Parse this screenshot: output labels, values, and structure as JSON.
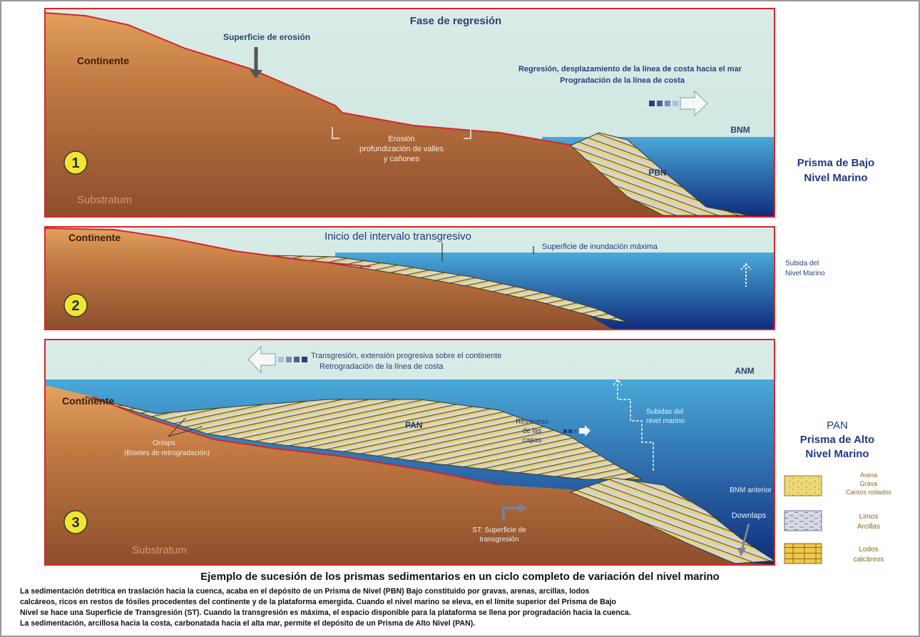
{
  "panel1": {
    "number": "1",
    "title": "Fase de regresión",
    "continente": "Continente",
    "erosion_surface": "Superficie de erosión",
    "regresion_line1": "Regresión, desplazamiento de la línea de costa hacia el mar",
    "regresion_line2": "Progradación de la línea de costa",
    "erosion_line1": "Erosión",
    "erosion_line2": "profundización de valles",
    "erosion_line3": "y cañones",
    "bnm": "BNM",
    "pbn": "PBN",
    "substratum": "Substratum"
  },
  "side1": {
    "line1": "Prisma de Bajo",
    "line2": "Nivel Marino"
  },
  "panel2": {
    "number": "2",
    "continente": "Continente",
    "inicio": "Inicio del intervalo transgresivo",
    "inundacion": "Superficie de inundación máxima",
    "subida1": "Subida del",
    "subida2": "Nivel Marino"
  },
  "panel3": {
    "number": "3",
    "trans_line1": "Transgresión, extensión progresiva sobre el continente",
    "trans_line2": "Retrogradación de la línea de costa",
    "anm": "ANM",
    "continente": "Continente",
    "subidas1": "Subidas del",
    "subidas2": "nivel marino",
    "retroceso1": "Retroceso",
    "retroceso2": "de las",
    "retroceso3": "capas",
    "pan": "PAN",
    "onlaps1": "Onlaps",
    "onlaps2": "(Biseles de retrogradación)",
    "bnm_anterior": "BNM anterior",
    "st1": "ST: Superficie de",
    "st2": "transgresión",
    "downlaps": "Downlaps",
    "substratum": "Substratum"
  },
  "side3": {
    "pan": "PAN",
    "line1": "Prisma de Alto",
    "line2": "Nivel Marino"
  },
  "legend": {
    "arena1": "Arena",
    "arena2": "Grava",
    "arena3": "Cantos rodados",
    "limos1": "Limos",
    "limos2": "Arcillas",
    "lodos1": "Lodos",
    "lodos2": "calcáreos"
  },
  "colors": {
    "sky": "#d4e9e4",
    "ground": "#a9653a",
    "ground_top": "#dd9a5c",
    "sea_light": "#3fa2d6",
    "sea_dark": "#0d2a78",
    "sand": "#f0dc7a",
    "silt": "#d6dbe4",
    "border": "#d7262a"
  },
  "caption": {
    "title": "Ejemplo de sucesión de los prismas sedimentarios en un ciclo completo de variación del nivel marino",
    "line1": "La sedimentación detrítica en traslación hacia la cuenca, acaba en el depósito de un Prisma de Nivel (PBN) Bajo constituido por gravas, arenas, arcillas, lodos",
    "line2": "calcáreos, ricos en restos de fósiles procedentes del continente y de la plataforma emergida. Cuando el nivel marino se eleva, en el límite superior del Prisma de Bajo",
    "line3": "Nivel se hace una Superficie de Transgresión (ST). Cuando la transgresión es máxima, el espacio disponible para la plataforma se llena por progradación hacia la cuenca.",
    "line4": "La sedimentación, arcillosa hacia la costa, carbonatada hacia el alta mar, permite el depósito de un Prisma de Alto Nivel (PAN)."
  }
}
